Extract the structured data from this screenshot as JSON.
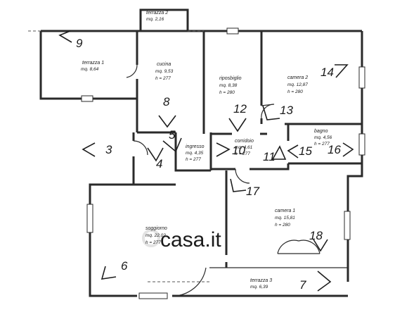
{
  "rooms": {
    "terrazza2": {
      "name": "terrazza 2",
      "area": "mq. 2,16"
    },
    "terrazza1": {
      "name": "terrazza 1",
      "area": "mq. 8,64"
    },
    "cucina": {
      "name": "cucina",
      "area": "mq. 9,53",
      "height": "h = 277"
    },
    "ripostiglio": {
      "name": "riposbiglio",
      "area": "mq. 8,38",
      "height": "h = 280"
    },
    "camera2": {
      "name": "camera 2",
      "area": "mq. 12,87",
      "height": "h = 280"
    },
    "bagno": {
      "name": "bagno",
      "area": "mq. 4,56",
      "height": "h = 277"
    },
    "ingresso": {
      "name": "ingresso",
      "area": "mq. 4,35",
      "height": "h = 277"
    },
    "corridoio": {
      "name": "corridoio",
      "area": "mq. 4,61",
      "height": "h = 277"
    },
    "camera1": {
      "name": "camera 1",
      "area": "mq. 15,81",
      "height": "h = 280"
    },
    "soggiorno": {
      "name": "soggiorno",
      "area": "mq. 22,02",
      "height": "h = 277"
    },
    "terrazza3": {
      "name": "terrazza 3",
      "area": "mq. 6,39"
    }
  },
  "markers": {
    "m3": "3",
    "m4": "4",
    "m5": "5",
    "m6": "6",
    "m7": "7",
    "m8": "8",
    "m9": "9",
    "m10": "10",
    "m11": "11",
    "m12": "12",
    "m13": "13",
    "m14": "14",
    "m15": "15",
    "m16": "16",
    "m17": "17",
    "m18": "18"
  },
  "watermark": "casa.it"
}
